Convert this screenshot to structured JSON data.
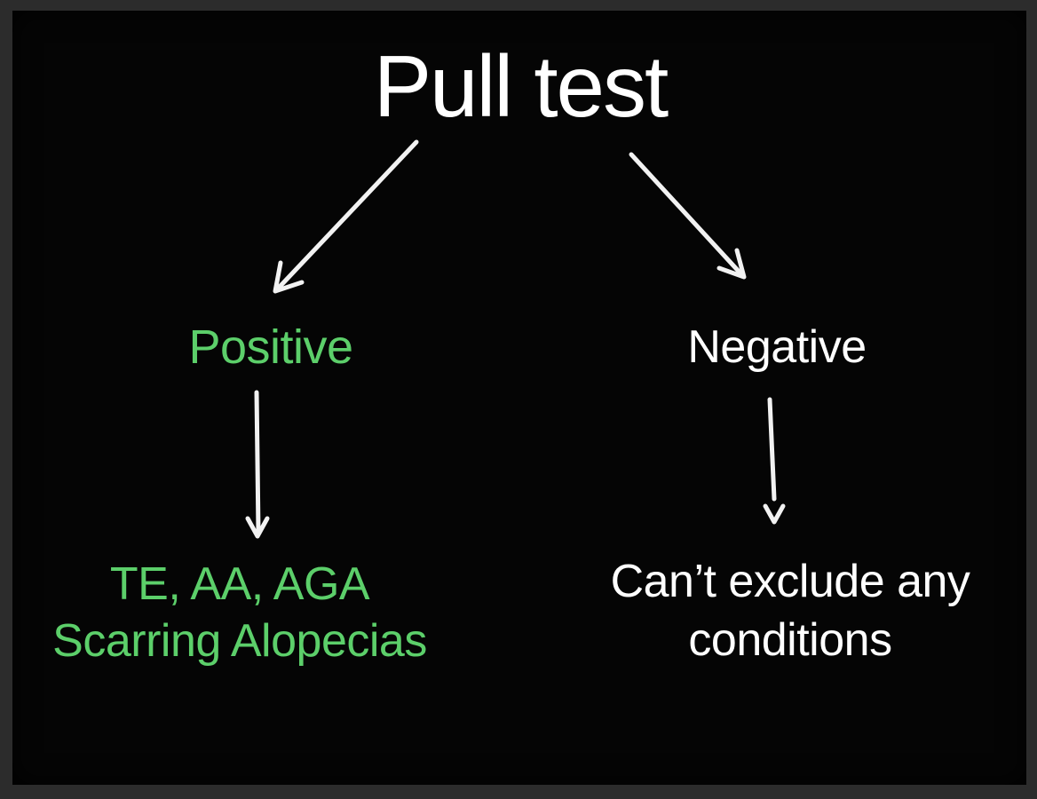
{
  "title": "Pull test",
  "branches": {
    "positive": {
      "label": "Positive",
      "outcome_lines": [
        "TE, AA, AGA",
        "Scarring Alopecias"
      ]
    },
    "negative": {
      "label": "Negative",
      "outcome_lines": [
        "Can’t exclude any",
        "conditions"
      ]
    }
  },
  "colors": {
    "background": "#050505",
    "frame": "#2c2c2c",
    "primary_text": "#ffffff",
    "positive_accent": "#5ccf6a",
    "arrow": "#f2f2f2"
  }
}
